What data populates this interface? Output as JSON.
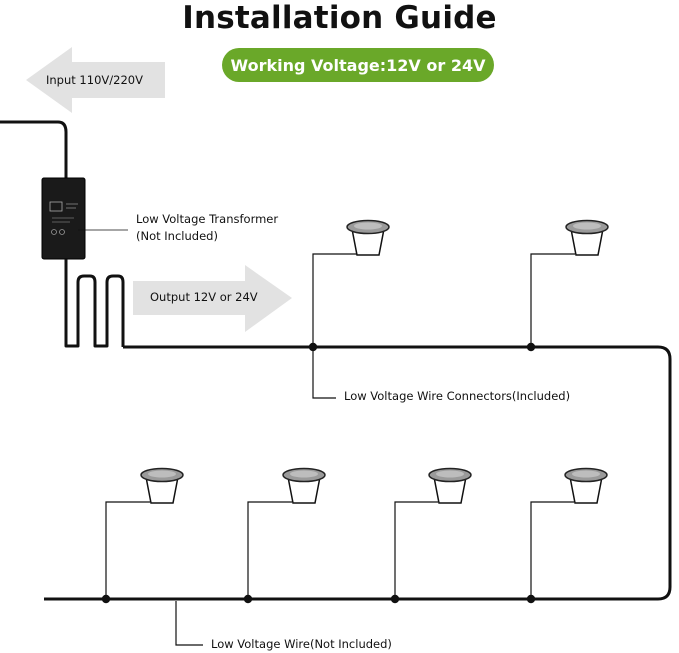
{
  "title": "Installation Guide",
  "voltage_badge": "Working Voltage:12V or 24V",
  "labels": {
    "input": "Input 110V/220V",
    "transformer_line1": "Low Voltage Transformer",
    "transformer_line2": "(Not Included)",
    "output": "Output 12V or 24V",
    "connectors": "Low Voltage Wire Connectors(Included)",
    "wire": "Low Voltage Wire(Not Included)"
  },
  "colors": {
    "badge": "#6aa829",
    "wire": "#111111",
    "arrow": "#e2e2e2"
  }
}
